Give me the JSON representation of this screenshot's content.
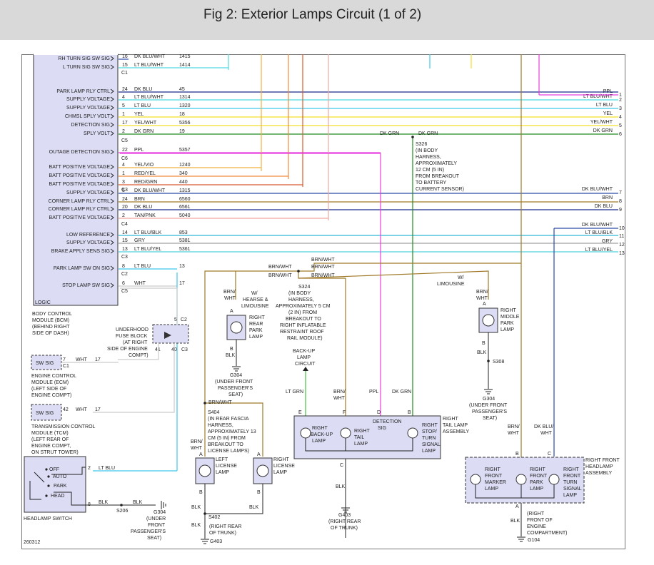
{
  "title": "Fig 2: Exterior Lamps Circuit (1 of 2)",
  "figure_id": "260312",
  "colors": {
    "dk_blu": "#1a2a8c",
    "lt_blu_wht": "#4fd9e0",
    "lt_blu": "#3ec7ea",
    "yel": "#f2df2a",
    "yel_wht": "#f2df2a",
    "dk_grn": "#1f8a1f",
    "ppl": "#e83ce0",
    "yel_vio": "#f0b040",
    "red_yel": "#f28a3c",
    "red_grn": "#d95a30",
    "dk_blu_wht": "#2a4aa8",
    "brn": "#a07a28",
    "tan_pnk": "#f0a8a0",
    "lt_blu_blk": "#30b8d8",
    "gry": "#a0a0a0",
    "lt_blu_yel": "#50d0e0",
    "wht": "#cccccc",
    "module_fill": "#dcdcf5"
  },
  "bcm": {
    "pins": [
      {
        "label": "RH TURN SIG SW SIG",
        "pin": "16",
        "wire": "DK BLU/WHT",
        "circuit": "1415"
      },
      {
        "label": "L TURN SIG SW SIG",
        "pin": "15",
        "wire": "LT BLU/WHT",
        "circuit": "1414"
      },
      {
        "label": "PARK LAMP RLY CTRL",
        "pin": "24",
        "wire": "DK BLU",
        "circuit": "45"
      },
      {
        "label": "SUPPLY VOLTAGE",
        "pin": "4",
        "wire": "LT BLU/WHT",
        "circuit": "1314"
      },
      {
        "label": "SUPPLY VOLTAGE",
        "pin": "5",
        "wire": "LT BLU",
        "circuit": "1320"
      },
      {
        "label": "CHMSL SPLY VOLT",
        "pin": "1",
        "wire": "YEL",
        "circuit": "18"
      },
      {
        "label": "DETECTION SIG",
        "pin": "17",
        "wire": "YEL/WHT",
        "circuit": "5356"
      },
      {
        "label": "SPLY VOLT",
        "pin": "2",
        "wire": "DK GRN",
        "circuit": "19"
      },
      {
        "label": "OUTAGE DETECTION SIG",
        "pin": "22",
        "wire": "PPL",
        "circuit": "5357"
      },
      {
        "label": "BATT POSITIVE VOLTAGE",
        "pin": "4",
        "wire": "YEL/VIO",
        "circuit": "1240"
      },
      {
        "label": "BATT POSITIVE VOLTAGE",
        "pin": "1",
        "wire": "RED/YEL",
        "circuit": "340"
      },
      {
        "label": "BATT POSITIVE VOLTAGE",
        "pin": "3",
        "wire": "RED/GRN",
        "circuit": "440"
      },
      {
        "label": "SUPPLY VOLTAGE",
        "pin": "5",
        "wire": "DK BLU/WHT",
        "circuit": "1315"
      },
      {
        "label": "CORNER LAMP RLY CTRL",
        "pin": "24",
        "wire": "BRN",
        "circuit": "6560"
      },
      {
        "label": "CORNER LAMP RLY CTRL",
        "pin": "20",
        "wire": "DK BLU",
        "circuit": "6561"
      },
      {
        "label": "BATT POSITIVE VOLTAGE",
        "pin": "2",
        "wire": "TAN/PNK",
        "circuit": "5040"
      },
      {
        "label": "LOW REFERENCE",
        "pin": "14",
        "wire": "LT BLU/BLK",
        "circuit": "853"
      },
      {
        "label": "SUPPLY VOLTAGE",
        "pin": "15",
        "wire": "GRY",
        "circuit": "5381"
      },
      {
        "label": "BRAKE APPLY SENS SIG",
        "pin": "13",
        "wire": "LT BLU/YEL",
        "circuit": "5361"
      },
      {
        "label": "PARK LAMP SW ON SIG",
        "pin": "8",
        "wire": "LT BLU",
        "circuit": "13"
      },
      {
        "label": "STOP LAMP SW SIG",
        "pin": "6",
        "wire": "WHT",
        "circuit": "17"
      }
    ],
    "connectors": [
      "C1",
      "C5",
      "C6",
      "C3",
      "C4",
      "C3",
      "C2",
      "C5"
    ],
    "logic": "LOGIC",
    "desc": [
      "BODY CONTROL",
      "MODULE (BCM)",
      "(BEHIND RIGHT",
      "SIDE OF DASH)"
    ]
  },
  "right_terms": [
    {
      "n": "1",
      "wire": "PPL"
    },
    {
      "n": "2",
      "wire": "LT BLU/WHT"
    },
    {
      "n": "3",
      "wire": "LT BLU"
    },
    {
      "n": "4",
      "wire": "YEL"
    },
    {
      "n": "5",
      "wire": "YEL/WHT"
    },
    {
      "n": "6",
      "wire": "DK GRN"
    },
    {
      "n": "7",
      "wire": "DK BLU/WHT"
    },
    {
      "n": "8",
      "wire": "BRN"
    },
    {
      "n": "9",
      "wire": "DK BLU"
    },
    {
      "n": "10",
      "wire": "DK BLU/WHT"
    },
    {
      "n": "11",
      "wire": "LT BLU/BLK"
    },
    {
      "n": "12",
      "wire": "GRY"
    },
    {
      "n": "13",
      "wire": "LT BLU/YEL"
    }
  ],
  "s326": {
    "wire": "DK GRN",
    "desc": [
      "S326",
      "(IN BODY",
      "HARNESS,",
      "APPROXIMATELY",
      "12 CM (5 IN)",
      "FROM BREAKOUT",
      "TO BATTERY",
      "CURRENT SENSOR)"
    ]
  },
  "s324": {
    "wire": "BRN/WHT",
    "desc": [
      "S324",
      "(IN BODY",
      "HARNESS,",
      "APPROXIMATELY 5 CM",
      "(2 IN) FROM",
      "BREAKOUT TO",
      "RIGHT INFLATABLE",
      "RESTRAINT ROOF",
      "RAIL MODULE)"
    ]
  },
  "fuse_block": {
    "desc": [
      "UNDERHOOD",
      "FUSE BLOCK",
      "(AT RIGHT",
      "SIDE OF ENGINE",
      "COMPT)"
    ],
    "pins": [
      "5",
      "41",
      "40"
    ],
    "conns": [
      "C2",
      "C3"
    ]
  },
  "ecm": {
    "label": "SW SIG",
    "pin": "7",
    "wire": "WHT",
    "circuit": "17",
    "conn": "C1",
    "desc": [
      "ENGINE CONTROL",
      "MODULE (ECM)",
      "(LEFT SIDE OF",
      "ENGINE COMPT)"
    ]
  },
  "tcm": {
    "label": "SW SIG",
    "pin": "42",
    "wire": "WHT",
    "circuit": "17",
    "desc": [
      "TRANSMISSION CONTROL",
      "MODULE (TCM)",
      "(LEFT REAR OF",
      "ENGINE COMPT,",
      "ON STRUT TOWER)"
    ]
  },
  "headlamp_switch": {
    "positions": [
      "OFF",
      "AUTO",
      "PARK",
      "HEAD"
    ],
    "pin_a": "2",
    "wire_a": "LT BLU",
    "pin_b": "8",
    "wire_b": "BLK",
    "wire_c": "BLK",
    "splice": "S206",
    "label": "HEADLAMP SWITCH",
    "ground": "G304",
    "ground_desc": [
      "(UNDER",
      "FRONT",
      "PASSENGER'S",
      "SEAT)"
    ]
  },
  "s404": {
    "wire": "BRN/WHT",
    "desc": [
      "S404",
      "(IN REAR FASCIA",
      "HARNESS,",
      "APPROXIMATELY 13",
      "CM (5 IN) FROM",
      "BREAKOUT TO",
      "LICENSE LAMPS)"
    ]
  },
  "left_license": {
    "wire": "BRN/",
    "wire2": "WHT",
    "pins": [
      "A",
      "B"
    ],
    "label": [
      "LEFT",
      "LICENSE",
      "LAMP"
    ],
    "gnd_wire": "BLK"
  },
  "right_license": {
    "pins": [
      "A",
      "B"
    ],
    "label": [
      "RIGHT",
      "LICENSE",
      "LAMP"
    ],
    "gnd_wire": "BLK"
  },
  "s402": {
    "label": "S402",
    "wire": "BLK",
    "ground": "G403",
    "desc": [
      "(RIGHT REAR",
      "OF TRUNK)"
    ]
  },
  "rear_park": {
    "note": [
      "W/",
      "HEARSE &",
      "LIMOUSINE"
    ],
    "wire": [
      "BRN/",
      "WHT"
    ],
    "pins": [
      "A",
      "B"
    ],
    "label": [
      "RIGHT",
      "REAR",
      "PARK",
      "LAMP"
    ],
    "gnd_wire": "BLK",
    "ground": "G304",
    "ground_desc": [
      "(UNDER FRONT",
      "PASSENGER'S",
      "SEAT)"
    ]
  },
  "middle_park": {
    "note": [
      "W/",
      "LIMOUSINE"
    ],
    "wire": [
      "BRN/",
      "WHT"
    ],
    "pins": [
      "A",
      "B"
    ],
    "label": [
      "RIGHT",
      "MIDDLE",
      "PARK",
      "LAMP"
    ],
    "gnd_wire": "BLK",
    "splice": "S308",
    "ground": "G304",
    "ground_desc": [
      "(UNDER FRONT",
      "PASSENGER'S",
      "SEAT)"
    ]
  },
  "backup": {
    "label": [
      "BACK-UP",
      "LAMP",
      "CIRCUIT"
    ],
    "wire": "LT GRN"
  },
  "tail_assembly": {
    "label": [
      "RIGHT",
      "TAIL LAMP",
      "ASSEMBLY"
    ],
    "pins": [
      "E",
      "F",
      "D",
      "B",
      "C"
    ],
    "wires": [
      "LT GRN",
      "BRN/",
      "WHT",
      "PPL",
      "DK GRN"
    ],
    "detection": [
      "DETECTION",
      "SIG"
    ],
    "lamps": [
      [
        "RIGHT",
        "BACK-UP",
        "LAMP"
      ],
      [
        "RIGHT",
        "TAIL",
        "LAMP"
      ],
      [
        "RIGHT",
        "STOP/",
        "TURN",
        "SIGNAL",
        "LAMP"
      ]
    ],
    "gnd_wire": "BLK",
    "ground": "G403",
    "ground_desc": [
      "(RIGHT REAR",
      "OF TRUNK)"
    ]
  },
  "front_assembly": {
    "label": [
      "RIGHT FRONT",
      "HEADLAMP",
      "ASSEMBLY"
    ],
    "pins": [
      "B",
      "C",
      "A"
    ],
    "wires": [
      "BRN/",
      "WHT",
      "DK BLU/",
      "WHT"
    ],
    "lamps": [
      [
        "RIGHT",
        "FRONT",
        "MARKER",
        "LAMP"
      ],
      [
        "RIGHT",
        "FRONT",
        "PARK",
        "LAMP"
      ],
      [
        "RIGHT",
        "FRONT",
        "TURN",
        "SIGNAL",
        "LAMP"
      ]
    ],
    "gnd_wire": "BLK",
    "ground": "G104",
    "ground_desc": [
      "(RIGHT",
      "FRONT OF",
      "ENGINE",
      "COMPARTMENT)"
    ]
  }
}
